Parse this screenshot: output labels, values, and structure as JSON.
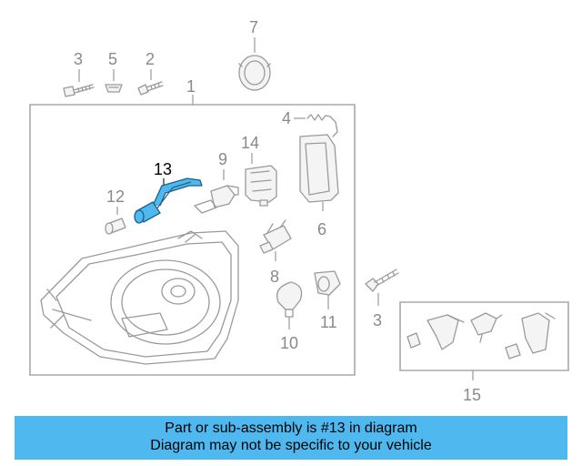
{
  "diagram": {
    "highlight_color": "#4fb8ee",
    "callouts": {
      "c1": "1",
      "c2": "2",
      "c3a": "3",
      "c3b": "3",
      "c4": "4",
      "c5": "5",
      "c6": "6",
      "c7": "7",
      "c8": "8",
      "c9": "9",
      "c10": "10",
      "c11": "11",
      "c12": "12",
      "c13": "13",
      "c14": "14",
      "c15": "15"
    },
    "highlighted_part": "13"
  },
  "banner": {
    "line1": "Part or sub-assembly is #13 in diagram",
    "line2": "Diagram may not be specific to your vehicle",
    "background": "#4fb8ee"
  }
}
